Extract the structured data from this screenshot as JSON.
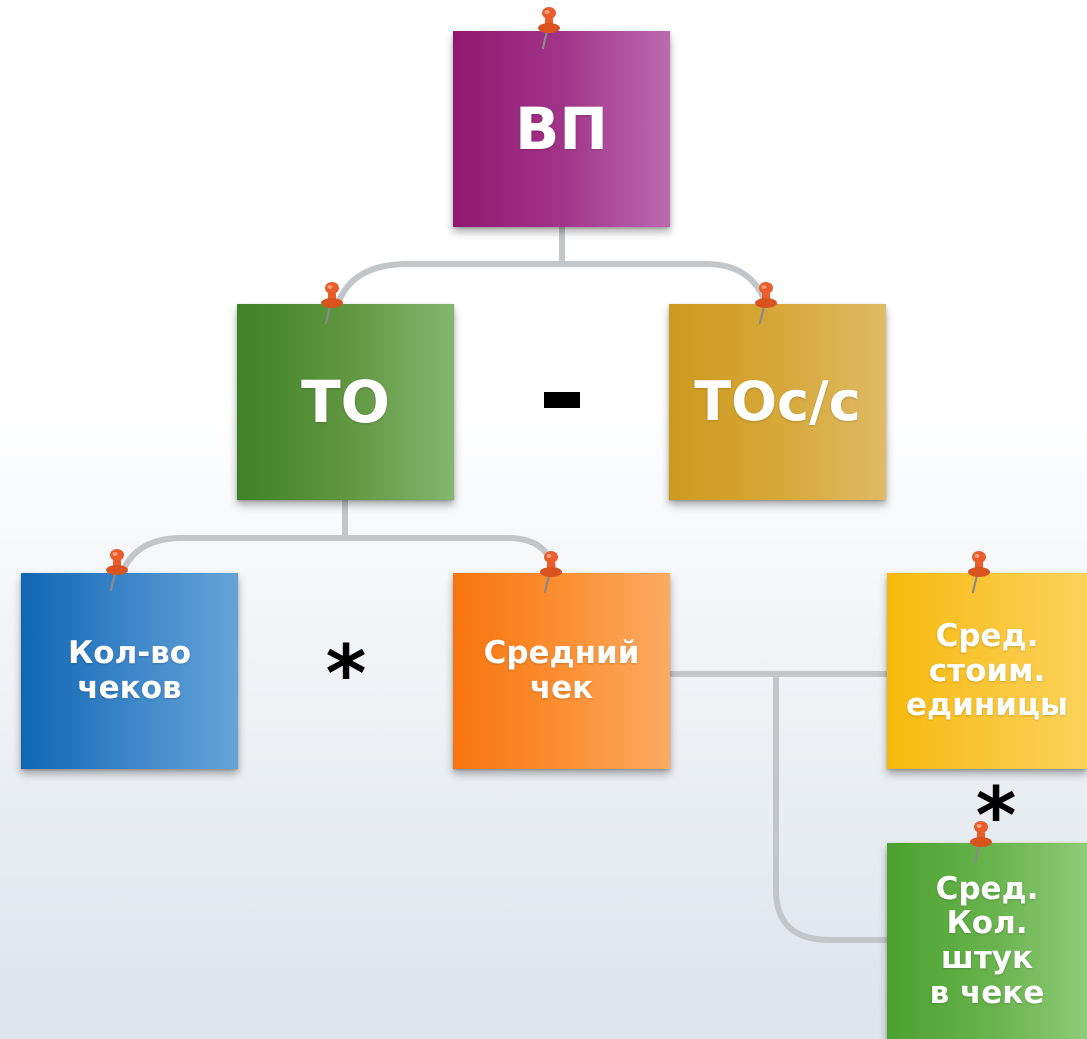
{
  "diagram": {
    "nodes": [
      {
        "id": "vp",
        "label": "ВП",
        "color": "#a02e86"
      },
      {
        "id": "to",
        "label": "ТО",
        "color": "#5b933a"
      },
      {
        "id": "toss",
        "label": "ТОс/с",
        "color": "#d8aa3b"
      },
      {
        "id": "checks",
        "label": "Кол-во\nчеков",
        "color": "#3a84c6"
      },
      {
        "id": "avg_check",
        "label": "Средний\nчек",
        "color": "#fb8d2e"
      },
      {
        "id": "unit_cost",
        "label": "Сред.\nстоим.\nединицы",
        "color": "#f9c53a"
      },
      {
        "id": "items",
        "label": "Сред.\nКол. штук\nв чеке",
        "color": "#67b24b"
      }
    ],
    "operators": {
      "minus": "-",
      "times_1": "*",
      "times_2": "*"
    },
    "edges": [
      [
        "vp",
        "to"
      ],
      [
        "vp",
        "toss"
      ],
      [
        "to",
        "checks"
      ],
      [
        "to",
        "avg_check"
      ],
      [
        "avg_check",
        "unit_cost"
      ],
      [
        "avg_check",
        "items"
      ]
    ],
    "pin_color": "#e85d2b",
    "connector_color": "#c3c6c9"
  }
}
